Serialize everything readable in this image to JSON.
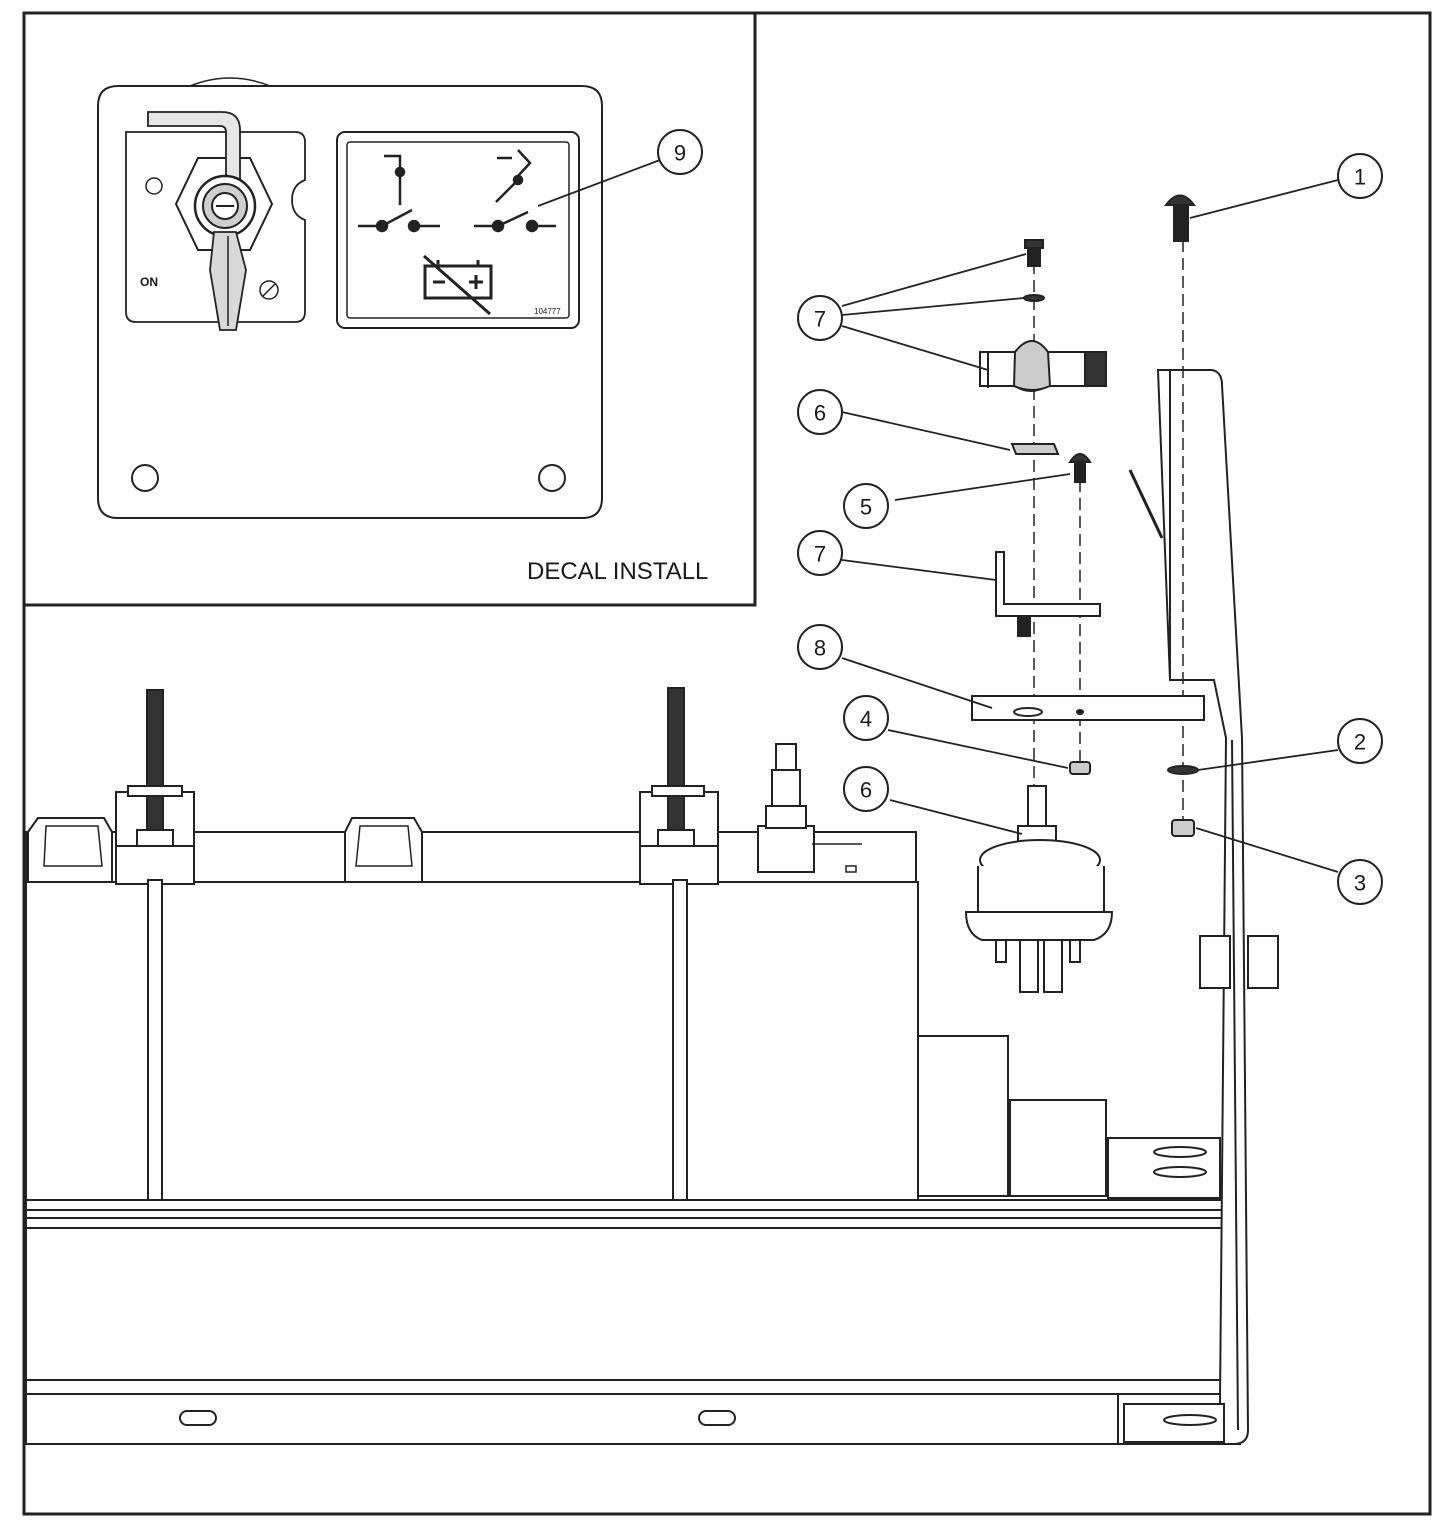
{
  "inset": {
    "label": "DECAL INSTALL",
    "switch_on_text": "ON",
    "decal_code": "104777"
  },
  "callouts": [
    {
      "id": "c1",
      "number": "1",
      "part": "screw"
    },
    {
      "id": "c2",
      "number": "2",
      "part": "washer"
    },
    {
      "id": "c3",
      "number": "3",
      "part": "nut"
    },
    {
      "id": "c4",
      "number": "4",
      "part": "nut"
    },
    {
      "id": "c5",
      "number": "5",
      "part": "screw"
    },
    {
      "id": "c6a",
      "number": "6",
      "part": "spacer"
    },
    {
      "id": "c6b",
      "number": "6",
      "part": "disconnect-switch"
    },
    {
      "id": "c7a",
      "number": "7",
      "part": "handle-screw-knob"
    },
    {
      "id": "c7b",
      "number": "7",
      "part": "bracket"
    },
    {
      "id": "c8",
      "number": "8",
      "part": "mounting-plate"
    },
    {
      "id": "c9",
      "number": "9",
      "part": "decal"
    }
  ]
}
